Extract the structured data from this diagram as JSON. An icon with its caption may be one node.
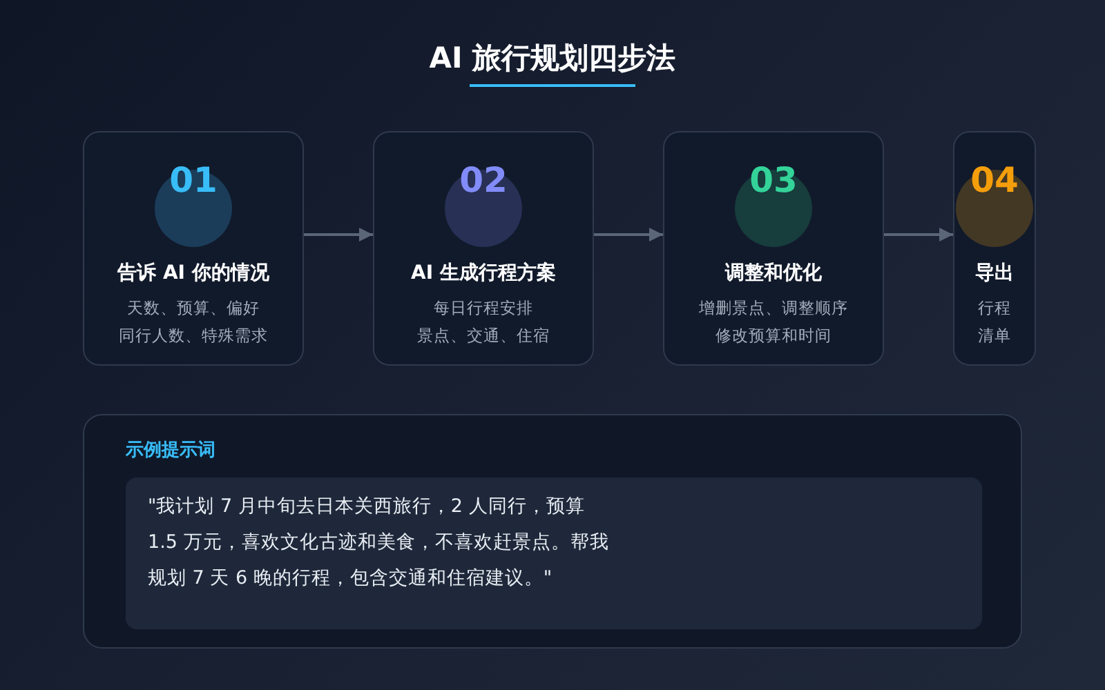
{
  "diagram": {
    "title": "AI 旅行规划四步法",
    "nodes": [
      {
        "text": [
          "01",
          "告诉 AI 你的情况",
          "天数、预算、偏好",
          "同行人数、特殊需求"
        ]
      },
      {
        "text": [
          "02",
          "AI 生成行程方案",
          "每日行程安排",
          "景点、交通、住宿"
        ]
      },
      {
        "text": [
          "03",
          "调整和优化",
          "增删景点、调整顺序",
          "修改预算和时间"
        ]
      },
      {
        "text": [
          "04",
          "导出",
          "行程",
          "清单"
        ]
      },
      {
        "text": [
          "示例提示词"
        ]
      },
      {
        "text": [
          "\"我计划 7 月中旬去日本关西旅行，2 人同行，预算 1.5 万元，喜欢文化古迹和美食，不喜欢赶景点。帮我规划 7 天 6 晚的行程，包含交通和住宿建议。\""
        ],
        "in": 4
      }
    ],
    "edges": [
      {
        "from": 0,
        "to": 1,
        "arrow": "to"
      },
      {
        "from": 1,
        "to": 2,
        "arrow": "to"
      },
      {
        "from": 2,
        "to": 3,
        "arrow": "to"
      }
    ]
  }
}
